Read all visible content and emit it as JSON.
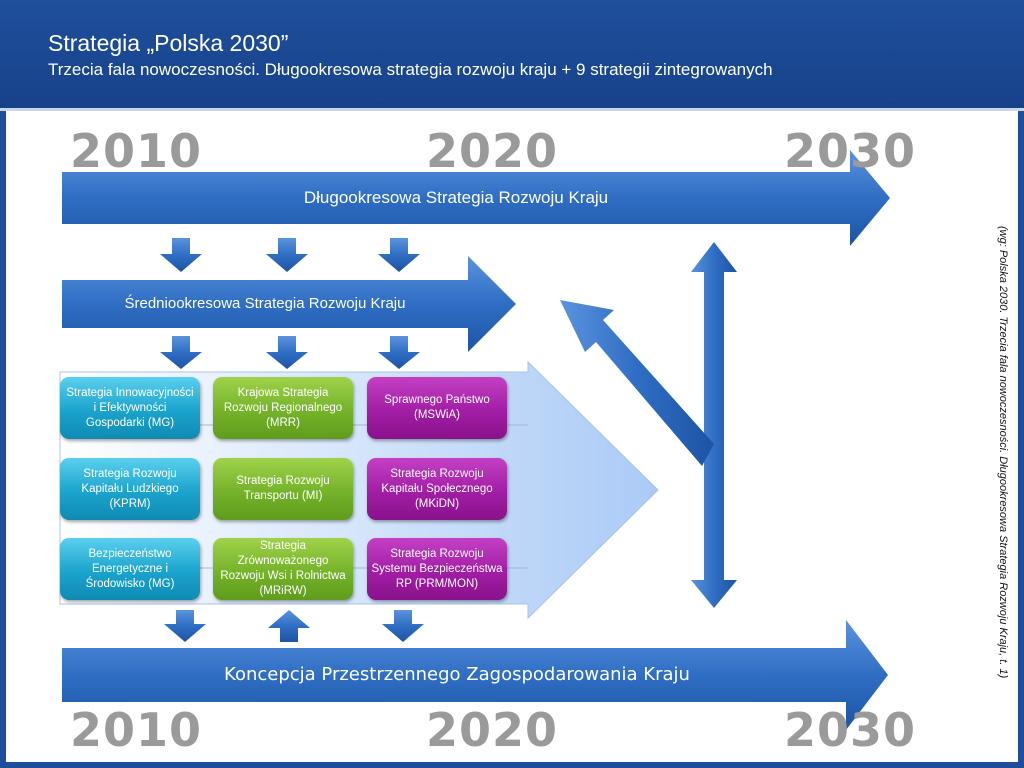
{
  "header": {
    "title": "Strategia „Polska 2030”",
    "subtitle": "Trzecia fala nowoczesności. Długookresowa strategia rozwoju kraju + 9 strategii zintegrowanych"
  },
  "years": [
    "2010",
    "2020",
    "2030"
  ],
  "arrows": {
    "long_term": "Długookresowa Strategia Rozwoju Kraju",
    "mid_term": "Średniookresowa Strategia Rozwoju Kraju",
    "spatial": "Koncepcja Przestrzennego Zagospodarowania Kraju"
  },
  "strategies": [
    "Strategia Innowacyjności i Efektywności Gospodarki (MG)",
    "Krajowa Strategia Rozwoju Regionalnego (MRR)",
    "Sprawnego Państwo (MSWiA)",
    "Strategia Rozwoju Kapitału Ludzkiego (KPRM)",
    "Strategia Rozwoju Transportu (MI)",
    "Strategia Rozwoju Kapitału Społecznego (MKiDN)",
    "Bezpieczeństwo Energetyczne i Środowisko (MG)",
    "Strategia Zrównoważonego Rozwoju Wsi i Rolnictwa (MRiRW)",
    "Strategia Rozwoju Systemu Bezpieczeństwa RP (PRM/MON)"
  ],
  "source_note": "(wg: Polska 2030. Trzecia fala nowoczesności. Długookresowa Strategia Rozwoju Kraju, t. 1)",
  "colors": {
    "header": "#1f4f9c",
    "arrow": "#2a66c0",
    "cyan": "#1aa3cc",
    "green": "#74b32a",
    "magenta": "#a11ea4"
  }
}
